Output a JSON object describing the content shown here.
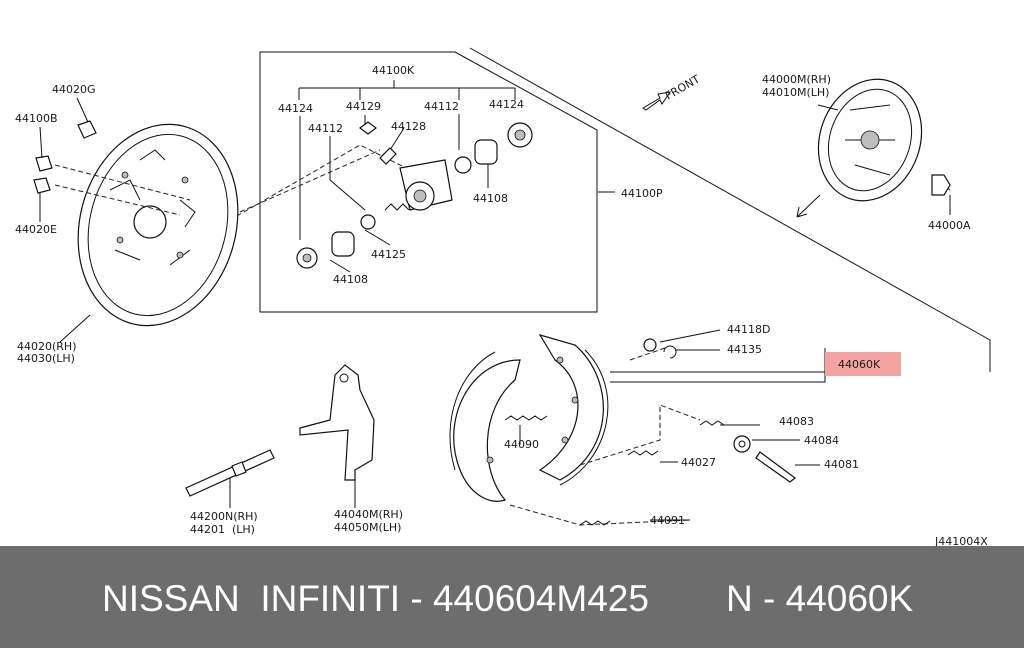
{
  "diagram": {
    "ref_code": "J441004X",
    "front_label": "FRONT",
    "highlight_color": "#f4a3a3",
    "labels": {
      "p44100K": "44100K",
      "p44124a": "44124",
      "p44129": "44129",
      "p44112a": "44112",
      "p44128": "44128",
      "p44112b": "44112",
      "p44124b": "44124",
      "p44108a": "44108",
      "p44108b": "44108",
      "p44125": "44125",
      "p44100P": "44100P",
      "p44020G": "44020G",
      "p44100B": "44100B",
      "p44020E": "44020E",
      "p44020RH": "44020(RH)",
      "p44030LH": "44030(LH)",
      "p44000M": "44000M(RH)",
      "p44010M": "44010M(LH)",
      "p44000A": "44000A",
      "p44118D": "44118D",
      "p44135": "44135",
      "p44060K": "44060K",
      "p44083": "44083",
      "p44084": "44084",
      "p44081": "44081",
      "p44027": "44027",
      "p44090": "44090",
      "p44091": "44091",
      "p44200N": "44200N(RH)",
      "p44201": "44201  (LH)",
      "p44040M": "44040M(RH)",
      "p44050M": "44050M(LH)"
    }
  },
  "footer": {
    "left_text": "NISSAN  INFINITI - 440604M425",
    "right_text": "N - 44060K"
  }
}
